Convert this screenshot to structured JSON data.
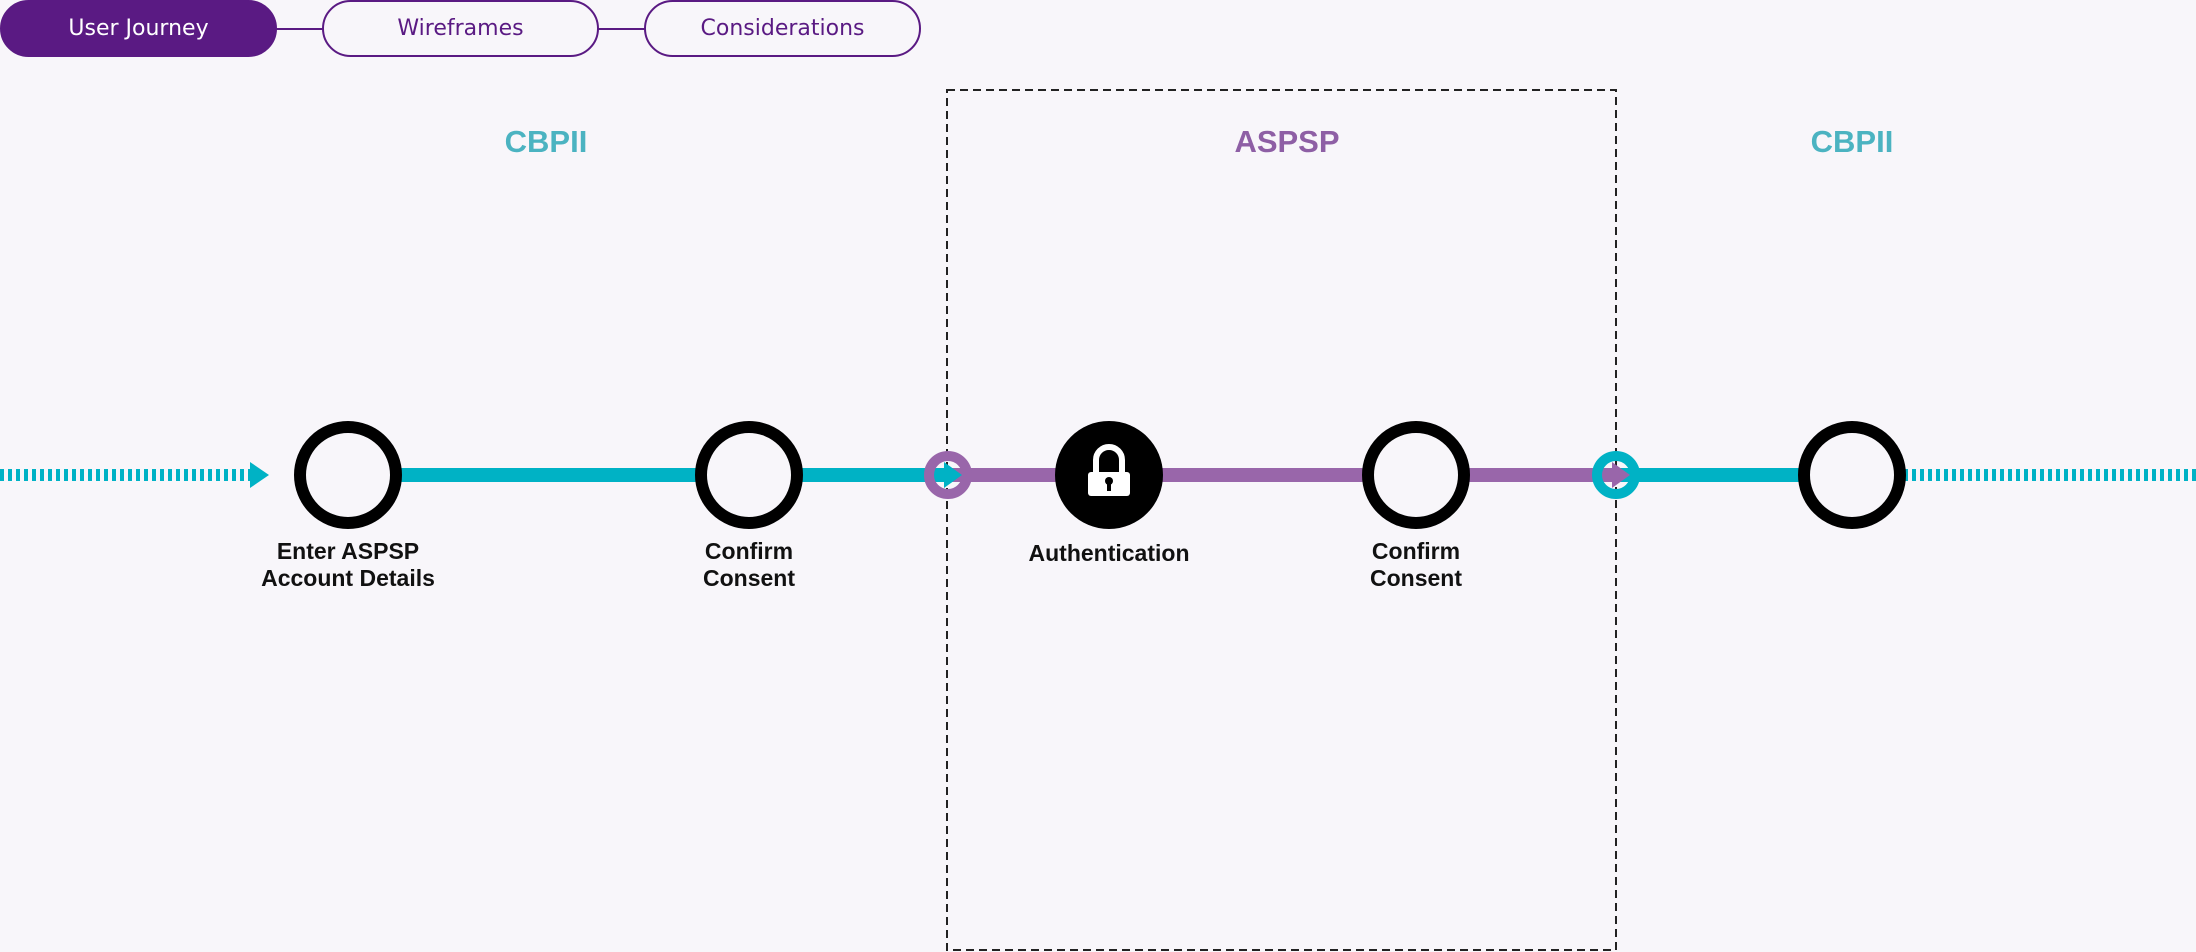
{
  "tabs": [
    {
      "label": "User Journey",
      "active": true
    },
    {
      "label": "Wireframes",
      "active": false
    },
    {
      "label": "Considerations",
      "active": false
    }
  ],
  "zones": [
    {
      "title": "CBPII",
      "color": "#4bb3c1"
    },
    {
      "title": "ASPSP",
      "color": "#8e5fa5"
    },
    {
      "title": "CBPII",
      "color": "#4bb3c1"
    }
  ],
  "steps": [
    {
      "label_line1": "Enter ASPSP",
      "label_line2": "Account Details",
      "icon": "empty-circle"
    },
    {
      "label_line1": "Confirm",
      "label_line2": "Consent",
      "icon": "empty-circle"
    },
    {
      "label_line1": "Authentication",
      "label_line2": "",
      "icon": "lock-icon"
    },
    {
      "label_line1": "Confirm",
      "label_line2": "Consent",
      "icon": "empty-circle"
    },
    {
      "label_line1": "",
      "label_line2": "",
      "icon": "empty-circle"
    }
  ],
  "colors": {
    "brand_purple": "#5a1a83",
    "cbpii_teal": "#00b2c5",
    "aspsp_purple": "#9966aa",
    "node": "#000000",
    "background": "#f8f6fa"
  }
}
